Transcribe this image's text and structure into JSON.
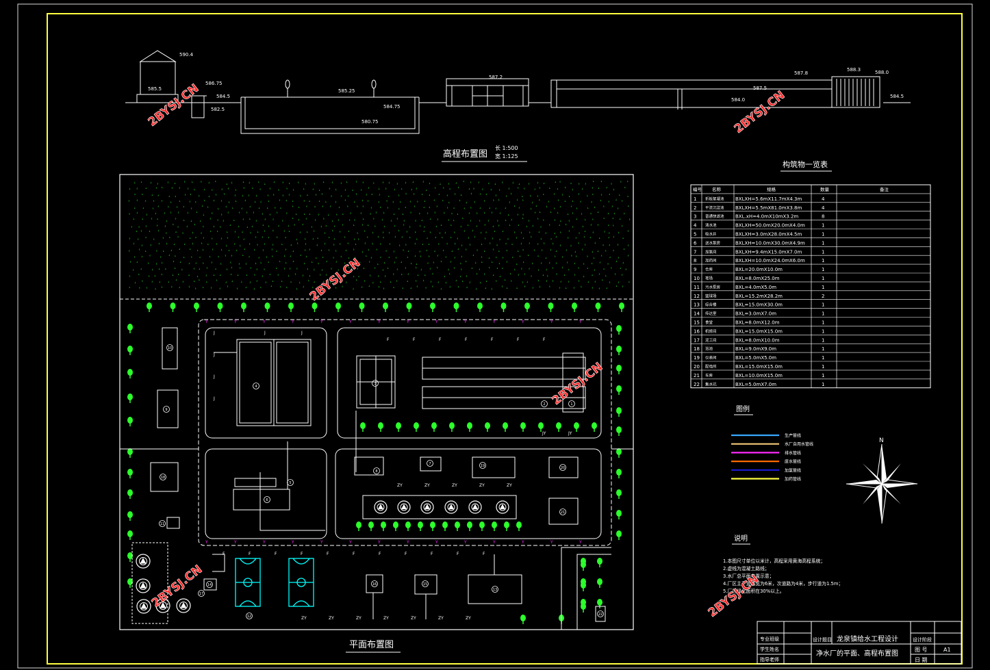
{
  "titles": {
    "elevation": "高程布置图",
    "scale_long": "长 1:500",
    "scale_wide": "宽 1:125",
    "plan": "平面布置图",
    "table": "构筑物一览表",
    "legend": "图例",
    "notes": "说明",
    "north": "N"
  },
  "watermark": "2BYSJ.CN",
  "elevation_labels": [
    "590.4",
    "585.5",
    "586.75",
    "584.5",
    "582.5",
    "585.25",
    "584.75",
    "580.75",
    "587.2",
    "587.8",
    "587.5",
    "584.0",
    "588.3",
    "588.0",
    "584.5"
  ],
  "table": {
    "headers": [
      "编号",
      "名称",
      "规格",
      "数量",
      "备注"
    ],
    "rows": [
      [
        "1",
        "折板絮凝池",
        "BXLXH=5.6mX11.7mX4.3m",
        "4",
        ""
      ],
      [
        "2",
        "平流沉淀池",
        "BXLXH=5.5mX81.0mX3.8m",
        "4",
        ""
      ],
      [
        "3",
        "普通快滤池",
        "BXL.xH=4.0mX10mX3.2m",
        "8",
        ""
      ],
      [
        "4",
        "清水池",
        "BXLXH=50.0mX20.0mX4.0m",
        "1",
        ""
      ],
      [
        "5",
        "吸水井",
        "BXLXH=3.0mX28.0mX4.5m",
        "1",
        ""
      ],
      [
        "6",
        "送水泵房",
        "BXLXH=10.0mX30.0mX4.9m",
        "1",
        ""
      ],
      [
        "7",
        "加氯间",
        "BXLXH=9.4mX15.0mX7.0m",
        "1",
        ""
      ],
      [
        "8",
        "加药间",
        "BXLXH=10.0mX24.0mX6.0m",
        "1",
        ""
      ],
      [
        "9",
        "仓库",
        "BXL=20.0mX10.0m",
        "1",
        ""
      ],
      [
        "10",
        "堆场",
        "BXL=8.0mX25.0m",
        "1",
        ""
      ],
      [
        "11",
        "污水泵房",
        "BXL=4.0mX5.0m",
        "1",
        ""
      ],
      [
        "12",
        "篮球场",
        "BXL=15.2mX28.2m",
        "2",
        ""
      ],
      [
        "13",
        "综合楼",
        "BXL=15.0mX30.0m",
        "1",
        ""
      ],
      [
        "14",
        "传达室",
        "BXL=3.0mX7.0m",
        "1",
        ""
      ],
      [
        "15",
        "食堂",
        "BXL=8.0mX12.0m",
        "1",
        ""
      ],
      [
        "16",
        "机修间",
        "BXL=15.0mX15.0m",
        "1",
        ""
      ],
      [
        "17",
        "泥工间",
        "BXL=8.0mX10.0m",
        "1",
        ""
      ],
      [
        "18",
        "浴池",
        "BXL=9.0mX9.0m",
        "1",
        ""
      ],
      [
        "19",
        "仪表间",
        "BXL=5.0mX5.0m",
        "1",
        ""
      ],
      [
        "20",
        "配电所",
        "BXL=15.0mX15.0m",
        "1",
        ""
      ],
      [
        "21",
        "车库",
        "BXL=10.0mX15.0m",
        "1",
        ""
      ],
      [
        "22",
        "集水坑",
        "BXL=5.0mX7.0m",
        "1",
        ""
      ]
    ]
  },
  "legend_items": [
    {
      "label": "生产管线",
      "color": "#3aa8ff"
    },
    {
      "label": "水厂自用水管线",
      "color": "#f2c879"
    },
    {
      "label": "排水管线",
      "color": "#ff2bff"
    },
    {
      "label": "废水管线",
      "color": "#ff6a00"
    },
    {
      "label": "加氯管线",
      "color": "#1b1bd6"
    },
    {
      "label": "加药管线",
      "color": "#ffff40"
    }
  ],
  "notes_lines": [
    "1.本图尺寸单位以米计，高程采用黄海高程系统；",
    "2.虚线为混凝土路线；",
    "3.水厂总平面布置示意；",
    "4.厂区主干道路宽为6米，次道路为4米，步行道为1.5m；",
    "5.厂区绿化面积在30%以上。"
  ],
  "title_block": {
    "major": "专业班级",
    "student": "学生姓名",
    "advisor": "指导老师",
    "design_topic_label": "设计题目",
    "design_topic": "龙泉镇给水工程设计",
    "stage_label": "设计阶段",
    "drawing_title": "净水厂的平面、高程布置图",
    "sheet_label": "图 号",
    "sheet": "A1",
    "date_label": "日 期"
  },
  "plan_numbers": [
    "1",
    "2",
    "3",
    "4",
    "5",
    "6",
    "7",
    "8",
    "9",
    "10",
    "11",
    "12",
    "13",
    "14",
    "15",
    "16",
    "17",
    "18",
    "19",
    "20",
    "21",
    "22"
  ],
  "pipe_codes": {
    "supply": "J",
    "self": "ZY",
    "drain": "Y",
    "waste": "F",
    "chlorine": "JY"
  },
  "colors": {
    "border": "#ffff40",
    "green": "#2cff2c",
    "cyan": "#00ffff",
    "magenta": "#ff2bff",
    "white": "#ffffff",
    "watermark": "#ff2a2a"
  }
}
